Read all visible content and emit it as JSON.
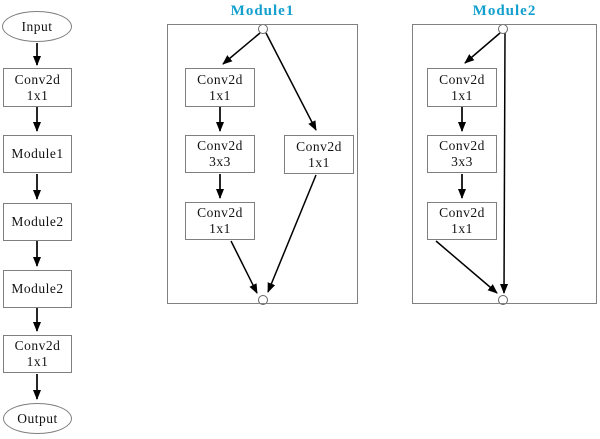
{
  "palette": {
    "title_color": "#129fce",
    "line_color": "#000000",
    "box_border": "#7f7f7f",
    "panel_border": "#808080",
    "background": "#ffffff"
  },
  "flowchart": {
    "nodes": [
      {
        "label": "Input"
      },
      {
        "lines": [
          "Conv2d",
          "1x1"
        ]
      },
      {
        "label": "Module1"
      },
      {
        "label": "Module2"
      },
      {
        "label": "Module2"
      },
      {
        "lines": [
          "Conv2d",
          "1x1"
        ]
      },
      {
        "label": "Output"
      }
    ]
  },
  "module1": {
    "title": "Module1",
    "boxes": [
      {
        "lines": [
          "Conv2d",
          "1x1"
        ]
      },
      {
        "lines": [
          "Conv2d",
          "3x3"
        ]
      },
      {
        "lines": [
          "Conv2d",
          "1x1"
        ]
      },
      {
        "lines": [
          "Conv2d",
          "1x1"
        ]
      }
    ]
  },
  "module2": {
    "title": "Module2",
    "boxes": [
      {
        "lines": [
          "Conv2d",
          "1x1"
        ]
      },
      {
        "lines": [
          "Conv2d",
          "3x3"
        ]
      },
      {
        "lines": [
          "Conv2d",
          "1x1"
        ]
      }
    ]
  }
}
